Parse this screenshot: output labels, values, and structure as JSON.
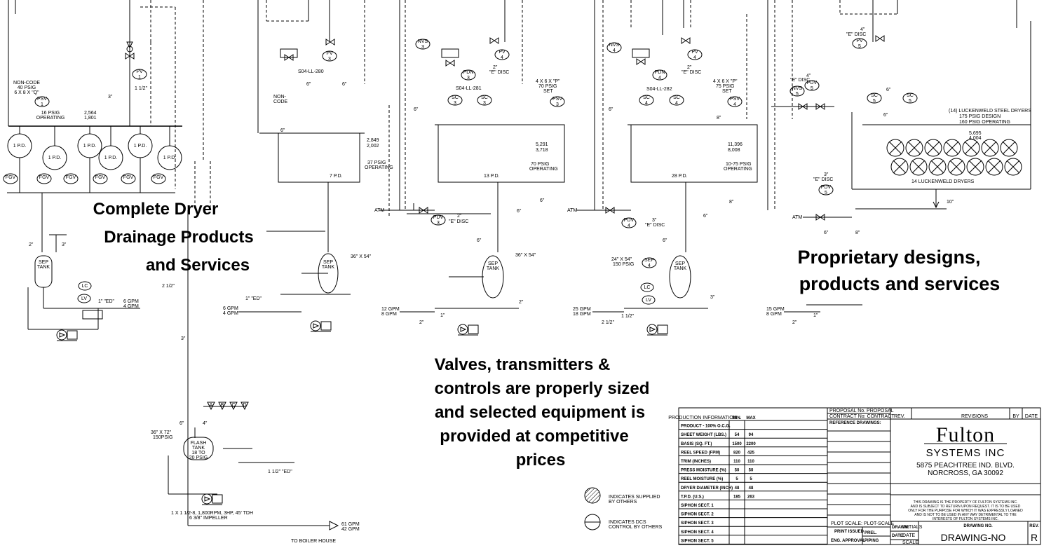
{
  "headlines": {
    "left": [
      "Complete Dryer",
      "Drainage Products",
      "and Services"
    ],
    "center": [
      "Valves, transmitters &",
      "controls are properly sized",
      "and selected equipment is",
      "provided at competitive",
      "prices"
    ],
    "right": [
      "Proprietary designs,",
      "products and services"
    ]
  },
  "section1": {
    "psv": "NON-CODE\n40 PSIG\n6 X 8 X \"Q\"",
    "operating": "16 PSIG\nOPERATING",
    "flow": "2,564\n1,801",
    "pv_size": "1 1/2\"",
    "line_3": "3\"",
    "dryer_label": "1 P.D.",
    "fgv_label": "FGV",
    "tag_one": "1",
    "sep_tank": "SEP\nTANK",
    "lc": "LC",
    "lv": "LV",
    "ed_note": "1\" \"ED\"",
    "gpm": "6 GPM\n4 GPM",
    "pipe_2": "2\"",
    "pipe_3": "3\"",
    "pipe_2half": "2 1/2\""
  },
  "section2": {
    "valve_id": "S04-LL-280",
    "noncode": "NON-\nCODE",
    "pipe_6": "6\"",
    "flow": "2,849\n2,002",
    "operating": "37 PSIG\nOPERATING",
    "dryer": "7 P.D.",
    "tank_size": "36\" X 54\"",
    "ed": "1\" \"ED\"",
    "gpm": "6 GPM\n4 GPM"
  },
  "section3": {
    "nvs": "NVS",
    "pdn": "PDN",
    "valve_id": "S04-LL-281",
    "disc": "2\"\n\"E\" DISC",
    "psv_set": "4 X 6 X \"P\"\n70 PSIG\nSET",
    "flow": "5,291\n3,718",
    "operating": "70 PSIG\nOPERATING",
    "dryer": "13 P.D.",
    "pdv_disc": "2\"\n\"E\" DISC",
    "tank_size": "36\" X 54\"",
    "gpm": "12 GPM\n8 GPM",
    "pipe_1": "1\"",
    "pipe_2": "2\""
  },
  "section4": {
    "valve_id": "S04-LL-282",
    "disc": "2\"\n\"E\" DISC",
    "psv_set": "4 X 6 X \"P\"\n75 PSIG\nSET",
    "flow": "11,396\n8,008",
    "operating": "10-75 PSIG\nOPERATING",
    "dryer": "28 P.D.",
    "pdv_disc": "3\"\n\"E\" DISC",
    "sep": "24\" X 54\"\n150 PSIG",
    "gpm": "25 GPM\n18 GPM",
    "pipe_2h": "2 1/2\"",
    "pipe_1h": "1 1/2\""
  },
  "section5": {
    "disc": "4\"\n\"E\" DISC",
    "flow": "5,695\n4,004",
    "dryers_note": "(14) LUCKENWELD STEEL DRYERS\n175 PSIG DESIGN\n160 PSIG OPERATING",
    "dryers_label": "14 LUCKENWELD DRYERS",
    "pipe_10": "10\"",
    "pdv_disc": "3\"\n\"E\" DISC",
    "gpm": "15 GPM\n8 GPM"
  },
  "flash": {
    "tank": "FLASH\nTANK\n18 TO\n20 PSIG",
    "size": "36\" X 72\"\n150PSIG",
    "pump": "1 X 1 1/2-8, 1,800RPM, 3HP, 45' TDH\n6 3/8\" IMPELLER",
    "gpm": "61 GPM\n42 GPM",
    "to": "TO BOILER HOUSE",
    "ed": "1 1/2\" \"ED\"",
    "vents": [
      "A",
      "B",
      "C",
      "D"
    ],
    "pipe_6": "6\"",
    "pipe_4": "4\"",
    "pipe_3": "3\""
  },
  "legend": [
    {
      "label": "INDICATES SUPPLIED\nBY OTHERS"
    },
    {
      "label": "INDICATES DCS\nCONTROL BY OTHERS"
    }
  ],
  "production": {
    "title": "PRODUCTION INFORMATION",
    "col_min": "MIN.",
    "col_max": "MAX",
    "rows": [
      [
        "PRODUCT - 100% O.C.G.",
        "",
        ""
      ],
      [
        "SHEET WEIGHT (LBS.)",
        "54",
        "94"
      ],
      [
        "BASIS (SQ. FT.)",
        "1500",
        "2200"
      ],
      [
        "REEL SPEED (FPM)",
        "820",
        "425"
      ],
      [
        "TRIM (INCHES)",
        "110",
        "110"
      ],
      [
        "PRESS MOISTURE (%)",
        "50",
        "50"
      ],
      [
        "REEL MOISTURE (%)",
        "5",
        "5"
      ],
      [
        "DRYER DIAMETER (INCH)",
        "48",
        "48"
      ],
      [
        "T.P.D. (U.S.)",
        "185",
        "263"
      ],
      [
        "SIPHON SECT. 1",
        "",
        ""
      ],
      [
        "SIPHON SECT. 2",
        "",
        ""
      ],
      [
        "SIPHON SECT. 3",
        "",
        ""
      ],
      [
        "SIPHON SECT. 4",
        "",
        ""
      ],
      [
        "SIPHON SECT. 5",
        "",
        ""
      ]
    ]
  },
  "proposal": {
    "proposal_no": "PROPOSAL No. PROPOSAL",
    "contract_no": "CONTRACT No: CONTRACT",
    "ref": "REFERENCE DRAWINGS:",
    "plot_scale": "PLOT SCALE:   PLOT-SCALE",
    "print_issued": "PRINT ISSUED",
    "prel": "PREL.",
    "piping": "PIPING",
    "eng": "ENG. APPROVAL"
  },
  "revisions": {
    "rev": "REV.",
    "revisions": "REVISIONS",
    "by": "BY",
    "date": "DATE"
  },
  "company": {
    "name": "Fulton",
    "sub": "SYSTEMS INC",
    "addr1": "5875 PEACHTREE IND. BLVD.",
    "addr2": "NORCROSS, GA  30092",
    "notice": "THIS DRAWING IS THE PROPERTY OF FULTON SYSTEMS INC.\nAND IS SUBJECT TO RETURN UPON REQUEST. IT IS TO BE USED\nONLY FOR THE PURPOSE FOR WHICH IT WAS EXPRESSLY LOANED\nAND IS NOT TO BE USED IN ANY WAY DETRIMENTAL TO THE\nINTERESTS OF FULTON SYSTEMS INC.",
    "drawn_label": "DRAWN:",
    "drawn": "INITIALS",
    "date_label": "DATE:",
    "date": "DATE",
    "scale": "SCALE",
    "dwg_no_label": "DRAWING NO.",
    "rev_label": "REV.",
    "dwg_no": "DRAWING-NO",
    "rev_val": "R"
  }
}
